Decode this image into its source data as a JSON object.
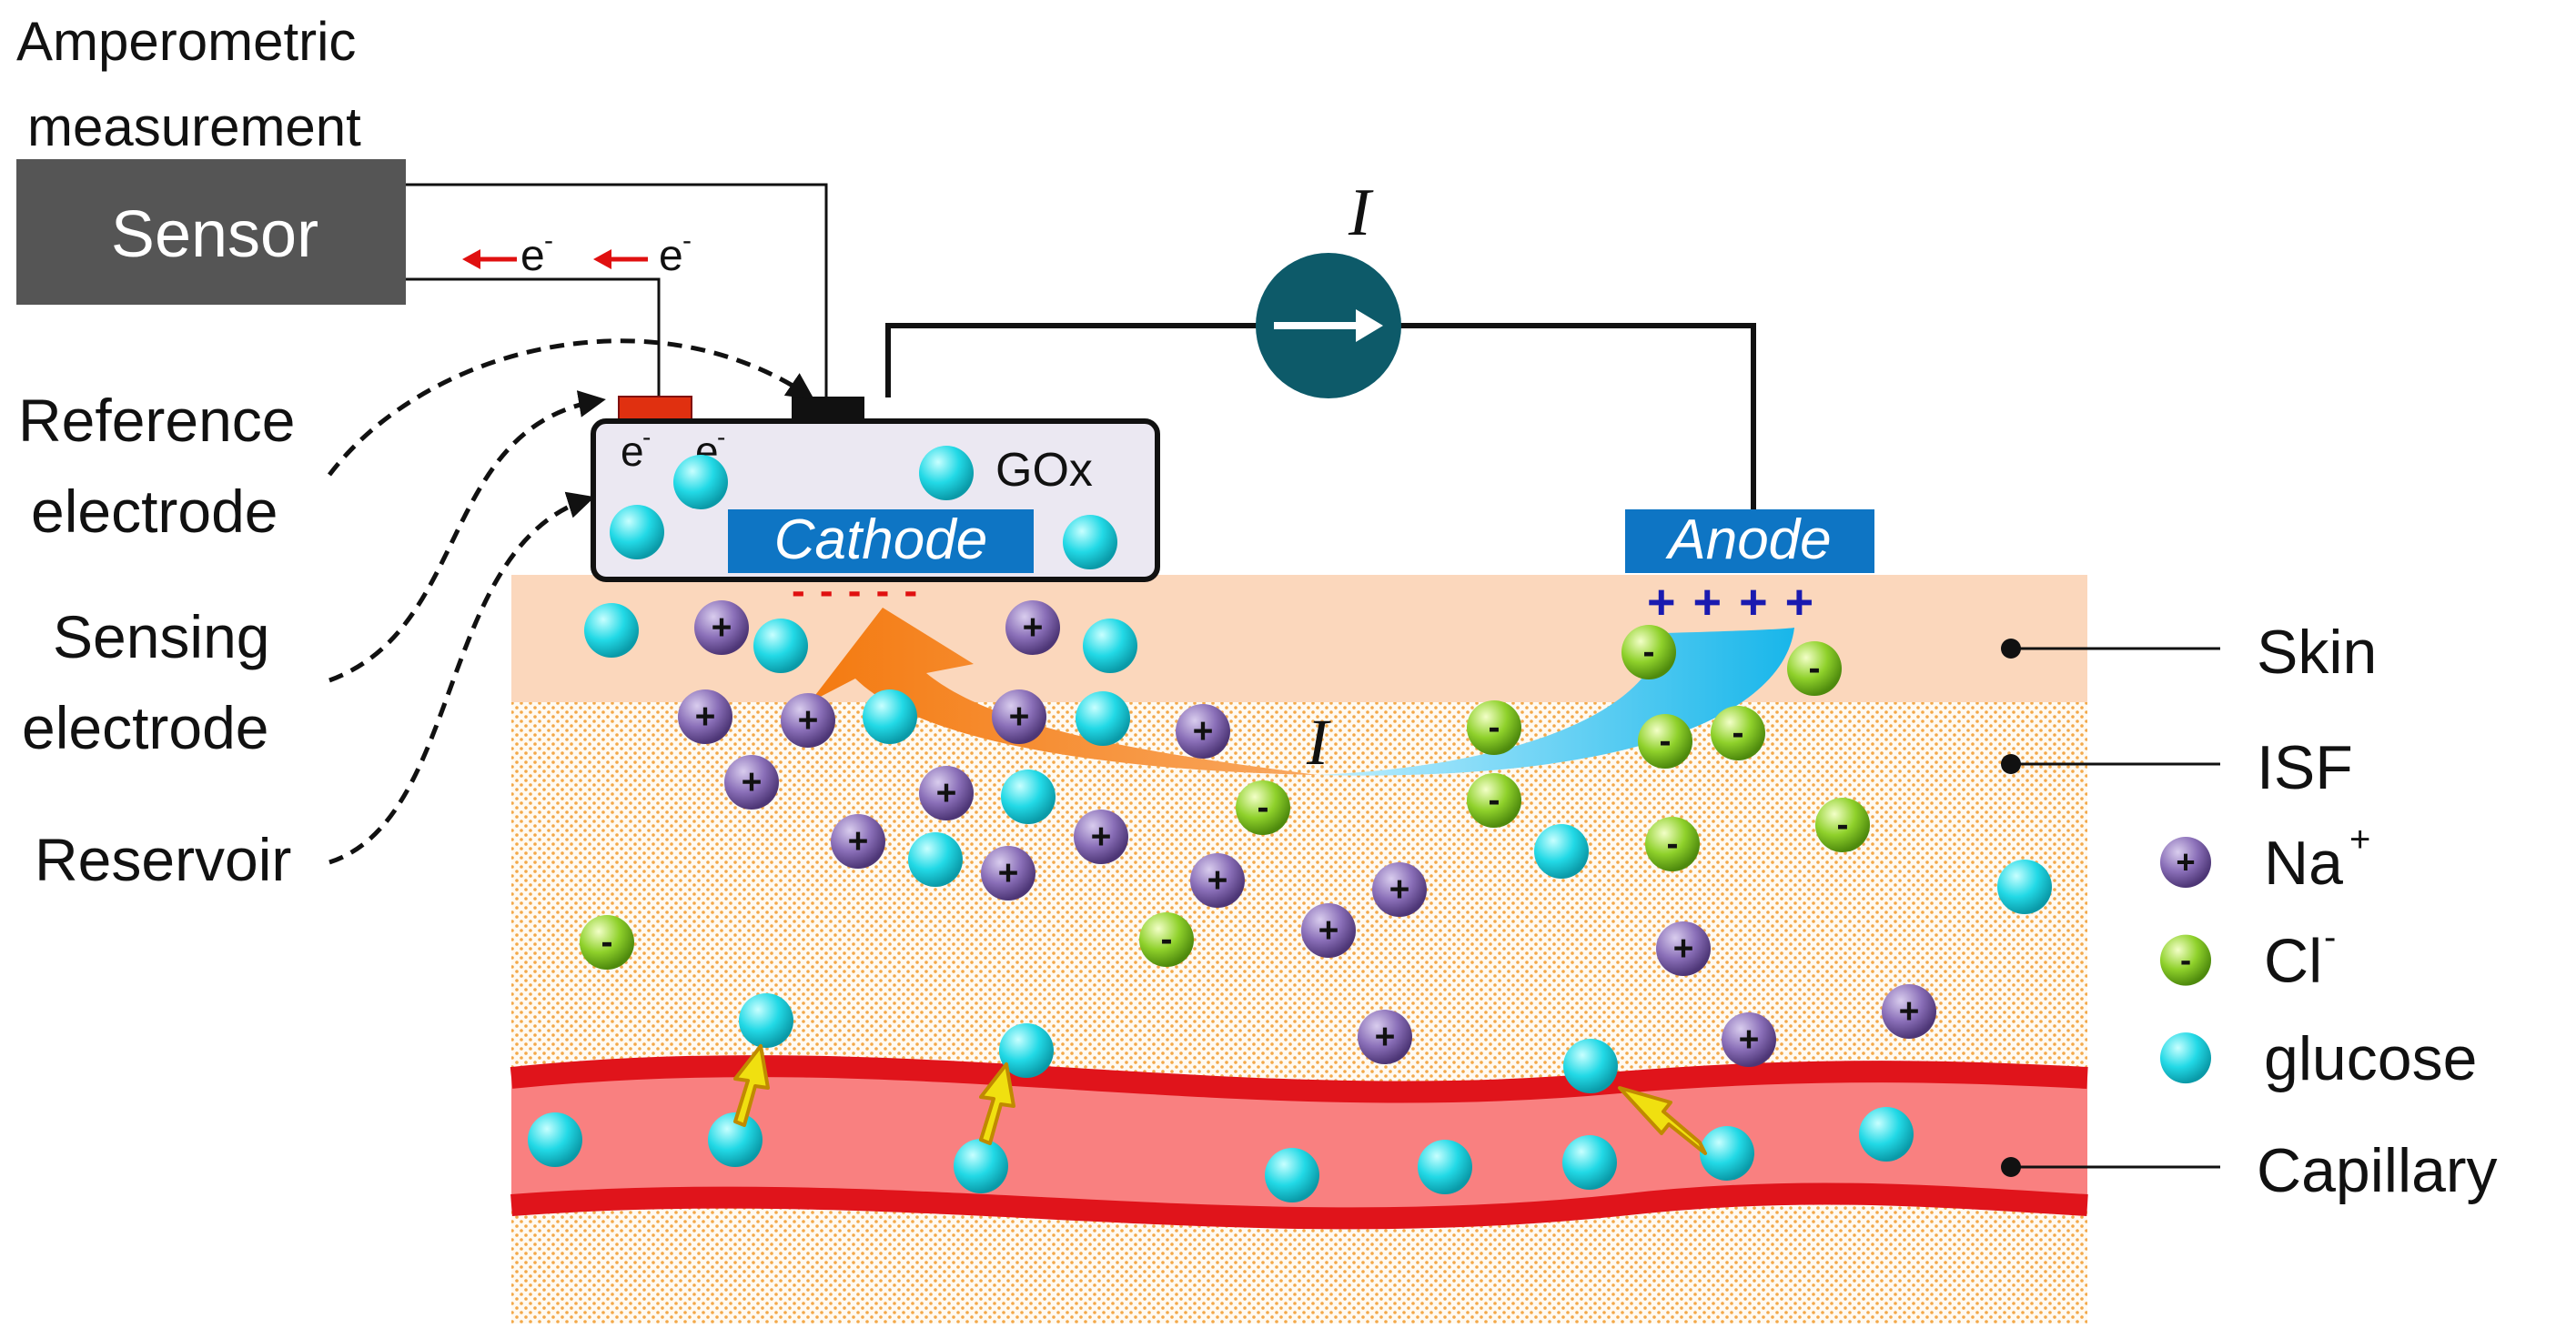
{
  "labels": {
    "amperometric_line1": "Amperometric",
    "amperometric_line2": "measurement",
    "sensor": "Sensor",
    "electron": "e",
    "electron_sup": "-",
    "current_symbol": "I",
    "reference_line1": "Reference",
    "reference_line2": "electrode",
    "sensing_line1": "Sensing",
    "sensing_line2": "electrode",
    "reservoir": "Reservoir",
    "gox": "GOx",
    "cathode": "Cathode",
    "anode": "Anode",
    "cathode_charge": "- - - - -",
    "anode_charge": "+ + + +",
    "skin": "Skin",
    "isf": "ISF",
    "capillary": "Capillary",
    "cation_sign": "+",
    "anion_sign": "-"
  },
  "legend": [
    {
      "kind": "sodium",
      "label": "Na",
      "sup": "+"
    },
    {
      "kind": "chloride",
      "label": "Cl",
      "sup": "-"
    },
    {
      "kind": "glucose",
      "label": "glucose",
      "sup": ""
    }
  ],
  "colors": {
    "skin": "#fbd7bc",
    "isf_dots": "#f3a94a",
    "capillary_wall": "#e0141b",
    "capillary_inner": "#f98080",
    "sodium": "#6b4f95",
    "chloride": "#7fc41f",
    "glucose": "#19d3e0",
    "cathode_box": "#0e75c4",
    "ammeter": "#0d5a69",
    "sensor_box": "#555555",
    "orange_arrow": "#f5821f",
    "cyan_arrow": "#2cc6ee",
    "electron_arrow": "#e01010",
    "yellow_arrow": "#f0e010"
  },
  "icons": {
    "ammeter": "right-arrow-in-circle-icon",
    "particle_cation": "plus-sphere-icon",
    "particle_anion": "minus-sphere-icon",
    "particle_glucose": "sphere-icon"
  }
}
